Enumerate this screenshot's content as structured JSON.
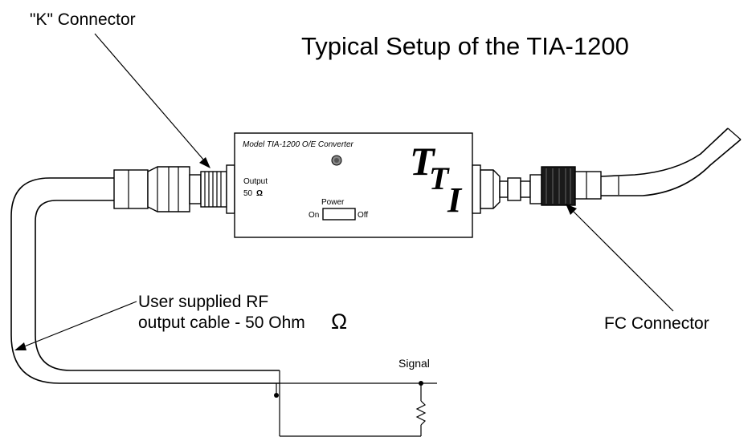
{
  "title": "Typical Setup of the TIA-1200",
  "labels": {
    "k_connector": "\"K\"  Connector",
    "fc_connector": "FC Connector",
    "cable_line1": "User supplied RF",
    "cable_line2": "output cable - 50 Ohm",
    "cable_ohm_symbol": "Ω",
    "signal": "Signal"
  },
  "device": {
    "model_text": "Model TIA-1200 O/E Converter",
    "output_label": "Output",
    "output_value": "50",
    "output_ohm": "Ω",
    "power_label": "Power",
    "switch_on": "On",
    "switch_off": "Off",
    "logo_t1": "T",
    "logo_t2": "T",
    "logo_i": "I"
  }
}
